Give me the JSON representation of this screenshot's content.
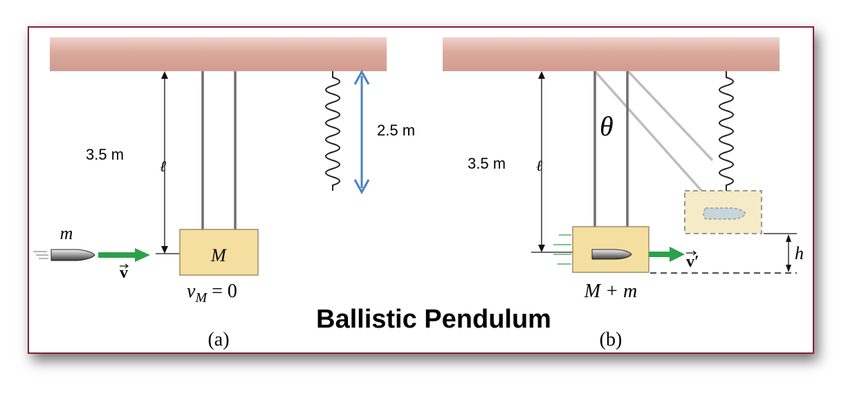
{
  "title": "Ballistic Pendulum",
  "panel_a": {
    "caption": "(a)",
    "length_value": "3.5 m",
    "length_symbol": "ℓ",
    "spring_length": "2.5 m",
    "bullet_label": "m",
    "velocity_label": "v",
    "block_label": "M",
    "block_speed_label": "v",
    "block_speed_sub": "M",
    "block_speed_eq": " = 0"
  },
  "panel_b": {
    "caption": "(b)",
    "length_value": "3.5 m",
    "length_symbol": "ℓ",
    "angle_label": "θ",
    "velocity_label": "v′",
    "height_label": "h",
    "block_label": "M + m"
  },
  "colors": {
    "ceiling": "#dca89c",
    "block": "#f4dfa0",
    "block_edge": "#a08c62",
    "arrow_green": "#2ca04a",
    "arrow_blue": "#4a7fc1",
    "frame": "#8a1c2c"
  }
}
